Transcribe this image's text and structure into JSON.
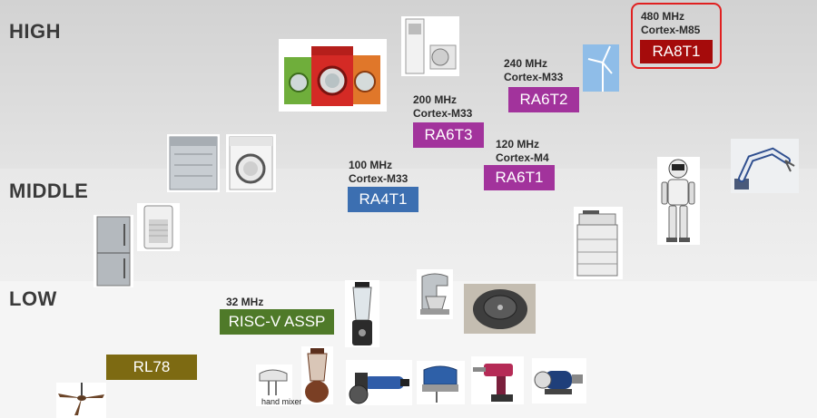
{
  "tiers": {
    "high": "HIGH",
    "middle": "MIDDLE",
    "low": "LOW"
  },
  "colors": {
    "ra8": "#a50b0b",
    "ra6": "#a2339c",
    "ra4": "#3c6fb1",
    "riscv": "#4f7a29",
    "rl78": "#7d6a12",
    "highlight": "#e02020"
  },
  "mcus": [
    {
      "id": "ra8t1",
      "freq": "480 MHz",
      "core": "Cortex-M85",
      "name": "RA8T1",
      "color": "#a50b0b",
      "highlighted": true
    },
    {
      "id": "ra6t2",
      "freq": "240 MHz",
      "core": "Cortex-M33",
      "name": "RA6T2",
      "color": "#a2339c"
    },
    {
      "id": "ra6t3",
      "freq": "200 MHz",
      "core": "Cortex-M33",
      "name": "RA6T3",
      "color": "#a2339c"
    },
    {
      "id": "ra6t1",
      "freq": "120 MHz",
      "core": "Cortex-M4",
      "name": "RA6T1",
      "color": "#a2339c"
    },
    {
      "id": "ra4t1",
      "freq": "100 MHz",
      "core": "Cortex-M33",
      "name": "RA4T1",
      "color": "#3c6fb1"
    },
    {
      "id": "riscv",
      "freq": "32 MHz",
      "core": "",
      "name": "RISC-V ASSP",
      "color": "#4f7a29"
    },
    {
      "id": "rl78",
      "freq": "",
      "core": "",
      "name": "RL78",
      "color": "#7d6a12"
    }
  ],
  "applications": [
    {
      "id": "washing-machines",
      "icon": "washing-machine-icon"
    },
    {
      "id": "air-conditioner",
      "icon": "air-conditioner-icon"
    },
    {
      "id": "wind-turbine",
      "icon": "wind-turbine-icon"
    },
    {
      "id": "dishwasher",
      "icon": "dishwasher-icon"
    },
    {
      "id": "dryer",
      "icon": "dryer-icon"
    },
    {
      "id": "robot-arm",
      "icon": "robot-arm-icon"
    },
    {
      "id": "humanoid-robot",
      "icon": "humanoid-robot-icon"
    },
    {
      "id": "refrigerator",
      "icon": "refrigerator-icon"
    },
    {
      "id": "air-purifier",
      "icon": "air-purifier-icon"
    },
    {
      "id": "copier",
      "icon": "copier-icon"
    },
    {
      "id": "blender",
      "icon": "blender-icon"
    },
    {
      "id": "stand-mixer",
      "icon": "stand-mixer-icon"
    },
    {
      "id": "robot-vacuum",
      "icon": "robot-vacuum-icon"
    },
    {
      "id": "ceiling-fan",
      "icon": "ceiling-fan-icon"
    },
    {
      "id": "hand-mixer",
      "icon": "hand-mixer-icon",
      "caption": "hand mixer"
    },
    {
      "id": "juicer",
      "icon": "juicer-icon"
    },
    {
      "id": "angle-grinder",
      "icon": "angle-grinder-icon"
    },
    {
      "id": "jigsaw",
      "icon": "jigsaw-icon"
    },
    {
      "id": "cordless-drill",
      "icon": "cordless-drill-icon"
    },
    {
      "id": "pump",
      "icon": "pump-icon"
    }
  ]
}
